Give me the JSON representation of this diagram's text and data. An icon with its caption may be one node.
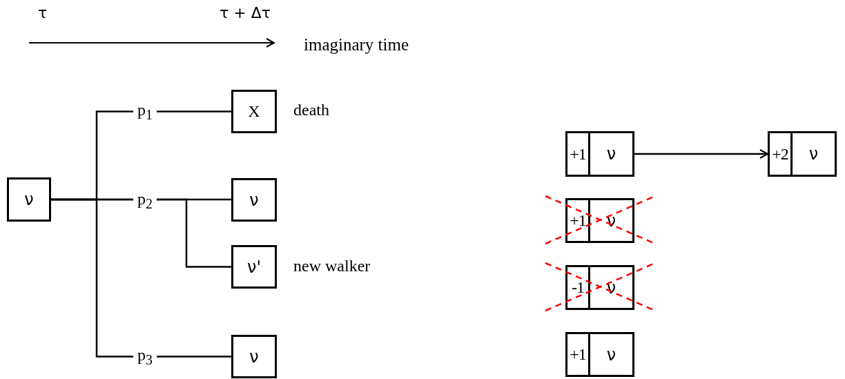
{
  "diagram": {
    "nodes": [
      {
        "text": [
          "ν"
        ]
      },
      {
        "text": [
          "X"
        ],
        "beside": [
          "death"
        ]
      },
      {
        "text": [
          "ν"
        ]
      },
      {
        "text": [
          "ν'"
        ],
        "beside": [
          "new walker"
        ]
      },
      {
        "text": [
          "ν"
        ]
      },
      {
        "text": [
          "+1",
          "ν"
        ]
      },
      {
        "text": [
          "+2",
          "ν"
        ]
      },
      {
        "text": [
          "+1",
          "ν"
        ]
      },
      {
        "text": [
          "-1",
          "ν"
        ]
      },
      {
        "text": [
          "+1",
          "ν"
        ]
      }
    ],
    "edges": [
      {
        "from": 0,
        "to": 1,
        "arrow": "none",
        "label": "p$_{1}$"
      },
      {
        "from": 0,
        "to": 2,
        "arrow": "none",
        "label": "p$_{2}$"
      },
      {
        "from": 0,
        "to": 3,
        "arrow": "none"
      },
      {
        "from": 0,
        "to": 4,
        "arrow": "none",
        "label": "p$_{3}$"
      },
      {
        "from": 5,
        "to": 6,
        "arrow": "to"
      }
    ],
    "labels": [
      "τ",
      "τ + Δτ",
      "imaginary time"
    ]
  }
}
